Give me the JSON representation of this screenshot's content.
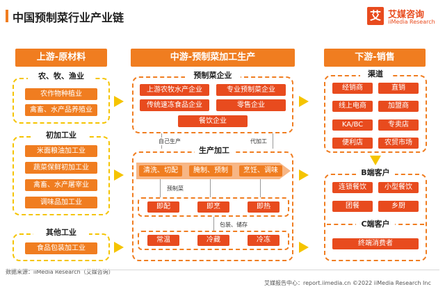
{
  "title": "中国预制菜行业产业链",
  "logo": {
    "mark": "艾",
    "name": "艾媒咨询",
    "en": "iiMedia Research"
  },
  "upstream": {
    "header": "上游-原材料",
    "groups": [
      {
        "label": "农、牧、渔业",
        "items": [
          "农作物种植业",
          "禽畜、水产品养殖业"
        ]
      },
      {
        "label": "初加工业",
        "items": [
          "米面粮油加工业",
          "蔬菜保鲜初加工业",
          "禽畜、水产屠宰业",
          "调味品加工业"
        ]
      },
      {
        "label": "其他工业",
        "items": [
          "食品包装加工业"
        ]
      }
    ]
  },
  "midstream": {
    "header": "中游-预制菜加工生产",
    "enterprise_label": "预制菜企业",
    "enterprises": [
      "上游农牧水产企业",
      "专业预制菜企业",
      "传统速冻食品企业",
      "零售企业",
      "餐饮企业"
    ],
    "self_produce": "自己生产",
    "oem": "代加工",
    "production_label": "生产加工",
    "steps": [
      "清洗、切配",
      "腌制、预制",
      "烹饪、调味"
    ],
    "prepared_label": "预制菜",
    "products": [
      "即配",
      "即烹",
      "即热"
    ],
    "pack_label": "包装、储存",
    "storage": [
      "常温",
      "冷藏",
      "冷冻"
    ]
  },
  "downstream": {
    "header": "下游-销售",
    "channel_label": "渠道",
    "channels": [
      "经销商",
      "直销",
      "线上电商",
      "加盟商",
      "KA/BC",
      "专卖店",
      "便利店",
      "农贸市场"
    ],
    "b_label": "B端客户",
    "b_items": [
      "连锁餐饮",
      "小型餐饮",
      "团餐",
      "乡厨"
    ],
    "c_label": "C端客户",
    "c_items": [
      "终端消费者"
    ]
  },
  "footer": {
    "source": "数据来源：iiMedia Research（艾媒咨询）",
    "copyright": "艾媒报告中心：report.iimedia.cn  ©2022  iiMedia Research  Inc"
  },
  "colors": {
    "accent": "#f07d20",
    "accent_red": "#e84b1e",
    "dash_yellow": "#f5c400"
  }
}
